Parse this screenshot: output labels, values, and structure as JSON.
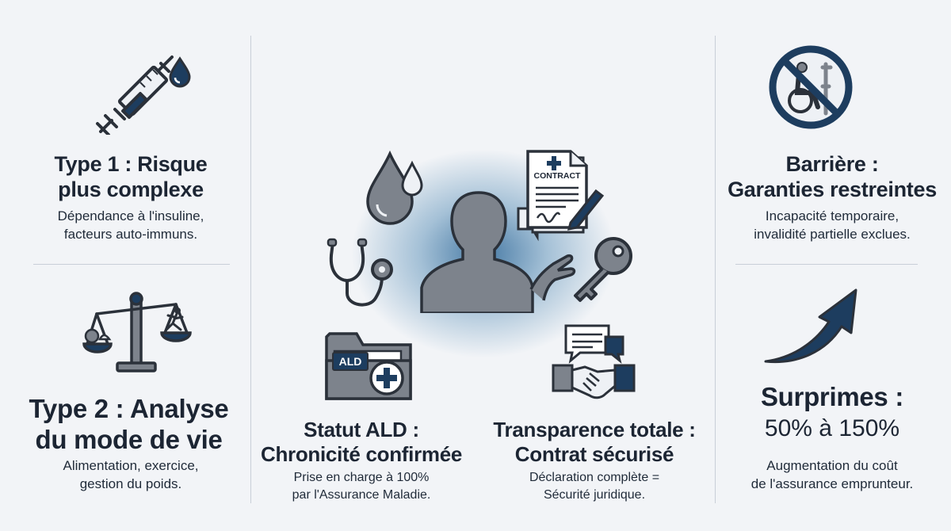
{
  "left": {
    "type1": {
      "title_line1": "Type 1 : Risque",
      "title_line2": "plus complexe",
      "desc_line1": "Dépendance à l'insuline,",
      "desc_line2": "facteurs auto-immuns."
    },
    "type2": {
      "title_line1": "Type 2 : Analyse",
      "title_line2": "du mode de vie",
      "desc_line1": "Alimentation, exercice,",
      "desc_line2": "gestion du poids."
    }
  },
  "center": {
    "contract_label": "CONTRACT",
    "folder_label": "ALD",
    "ald": {
      "title_line1": "Statut ALD :",
      "title_line2": "Chronicité confirmée",
      "desc_line1": "Prise en charge à 100%",
      "desc_line2": "par l'Assurance Maladie."
    },
    "transparency": {
      "title_line1": "Transparence totale :",
      "title_line2": "Contrat sécurisé",
      "desc_line1": "Déclaration complète =",
      "desc_line2": "Sécurité juridique."
    }
  },
  "right": {
    "barrier": {
      "title_line1": "Barrière :",
      "title_line2": "Garanties restreintes",
      "desc_line1": "Incapacité temporaire,",
      "desc_line2": "invalidité partielle exclues."
    },
    "surprimes": {
      "title": "Surprimes :",
      "value": "50% à 150%",
      "desc_line1": "Augmentation du coût",
      "desc_line2": "de l'assurance emprunteur."
    }
  },
  "colors": {
    "navy": "#1d3d5f",
    "accent_blue": "#2d5f8e",
    "gray_icon": "#7d838c",
    "dark_outline": "#2b313a"
  }
}
